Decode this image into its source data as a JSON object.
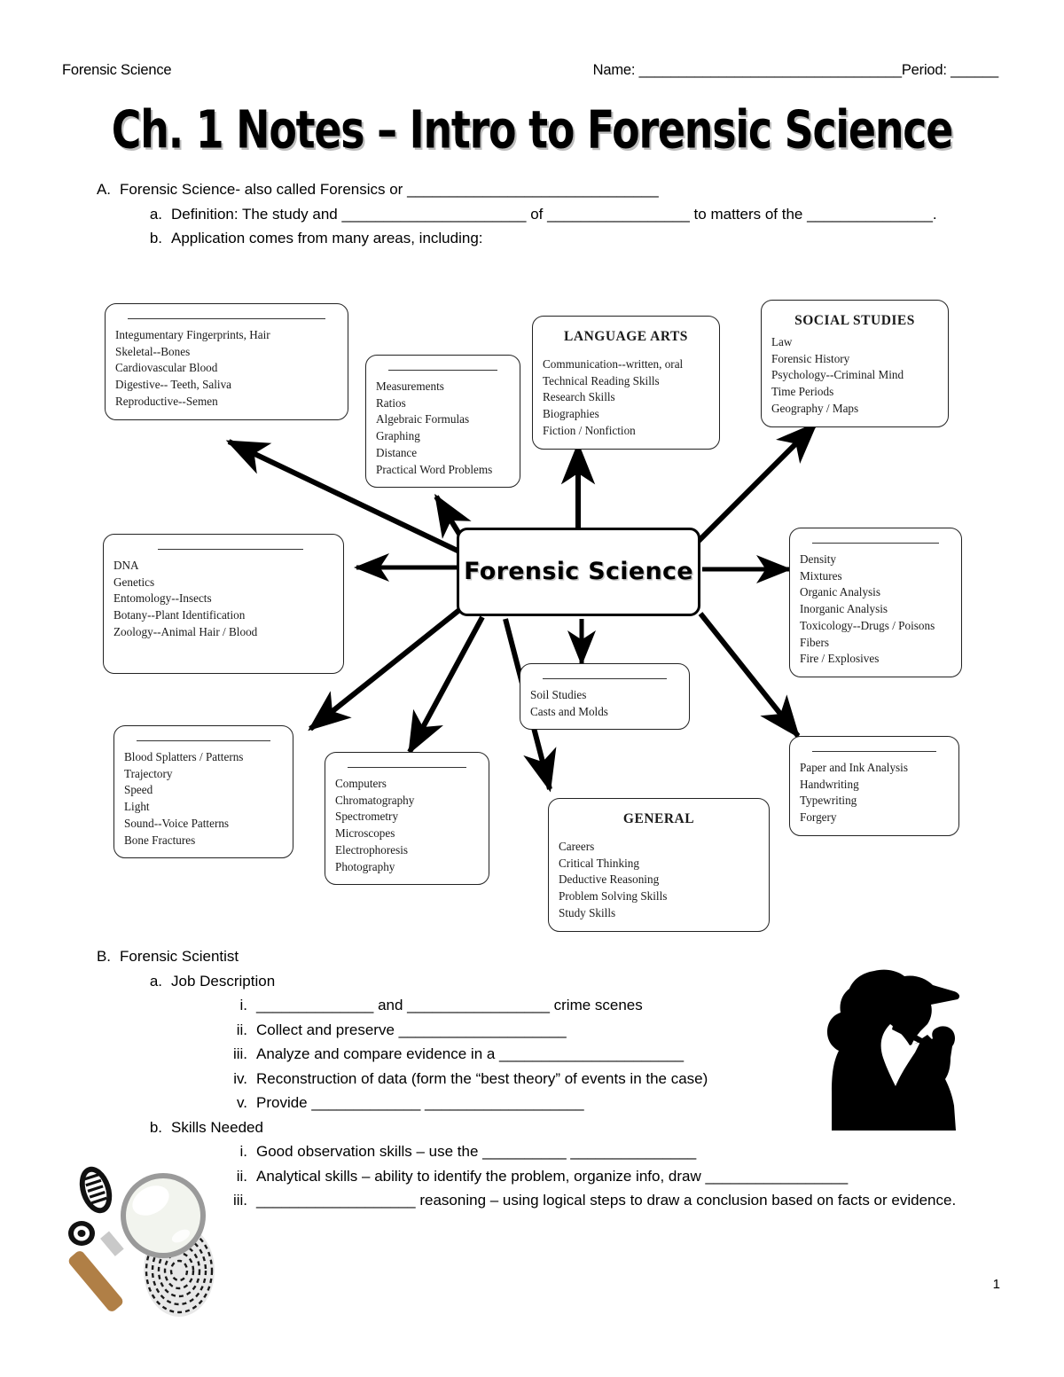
{
  "header": {
    "course": "Forensic Science",
    "name_label": "Name: _________________________________",
    "period_label": "Period: ______"
  },
  "title": "Ch. 1 Notes – Intro to Forensic Science",
  "outline": {
    "a": {
      "mark": "A.",
      "text": "Forensic Science- also called Forensics or ______________________________",
      "items": [
        {
          "mark": "a.",
          "text": "Definition: The study and ______________________ of _________________ to matters of the _______________."
        },
        {
          "mark": "b.",
          "text": "Application comes from many areas, including:"
        }
      ]
    },
    "b": {
      "mark": "B.",
      "text": "Forensic Scientist",
      "items": [
        {
          "mark": "a.",
          "text": "Job Description",
          "subitems": [
            {
              "mark": "i.",
              "text": "______________ and _________________ crime scenes"
            },
            {
              "mark": "ii.",
              "text": "Collect and preserve ____________________"
            },
            {
              "mark": "iii.",
              "text": "Analyze and compare evidence in a ______________________"
            },
            {
              "mark": "iv.",
              "text": "Reconstruction of data (form the “best theory” of events in the case)"
            },
            {
              "mark": "v.",
              "text": "Provide _____________  ___________________"
            }
          ]
        },
        {
          "mark": "b.",
          "text": "Skills Needed",
          "subitems": [
            {
              "mark": "i.",
              "text": "Good observation skills – use the __________  _______________"
            },
            {
              "mark": "ii.",
              "text": "Analytical skills – ability to identify the problem, organize info, draw _________________"
            },
            {
              "mark": "iii.",
              "text": "___________________ reasoning – using logical steps to draw a conclusion based on facts or evidence."
            }
          ]
        }
      ]
    }
  },
  "concept_map": {
    "center": "Forensic Science",
    "nodes": [
      {
        "id": "anatomy",
        "title": "",
        "blank_title": true,
        "items": [
          "Integumentary  Fingerprints, Hair",
          "Skeletal--Bones",
          "Cardiovascular  Blood",
          "Digestive--  Teeth,  Saliva",
          "Reproductive--Semen"
        ]
      },
      {
        "id": "math",
        "title": "",
        "blank_title": true,
        "items": [
          "Measurements",
          " Ratios",
          "Algebraic Formulas",
          "Graphing",
          "Distance",
          "Practical Word Problems"
        ]
      },
      {
        "id": "language-arts",
        "title": "LANGUAGE ARTS",
        "blank_title": false,
        "items": [
          "Communication--written, oral",
          "Technical Reading Skills",
          "Research Skills",
          "Biographies",
          "Fiction / Nonfiction"
        ]
      },
      {
        "id": "social-studies",
        "title": "SOCIAL STUDIES",
        "blank_title": false,
        "items": [
          "Law",
          "Forensic History",
          "Psychology--Criminal Mind",
          "Time Periods",
          "Geography / Maps"
        ]
      },
      {
        "id": "biology",
        "title": "",
        "blank_title": true,
        "items": [
          "DNA",
          "Genetics",
          "Entomology--Insects",
          "Botany--Plant  Identification",
          "Zoology--Animal Hair / Blood"
        ]
      },
      {
        "id": "chemistry",
        "title": "",
        "blank_title": true,
        "items": [
          "Density",
          "Mixtures",
          "Organic Analysis",
          "Inorganic Analysis",
          "Toxicology--Drugs / Poisons",
          "Fibers",
          "Fire / Explosives"
        ]
      },
      {
        "id": "earth-science",
        "title": "",
        "blank_title": true,
        "items": [
          "Soil Studies",
          "Casts and Molds"
        ]
      },
      {
        "id": "physics",
        "title": "",
        "blank_title": true,
        "items": [
          "Blood Splatters / Patterns",
          "Trajectory",
          "Speed",
          "Light",
          "Sound--Voice Patterns",
          "Bone Fractures"
        ]
      },
      {
        "id": "technology",
        "title": "",
        "blank_title": true,
        "items": [
          "Computers",
          "Chromatography",
          "Spectrometry",
          "Microscopes",
          "Electrophoresis",
          "Photography"
        ]
      },
      {
        "id": "general",
        "title": "GENERAL",
        "blank_title": false,
        "items": [
          "Careers",
          "Critical  Thinking",
          "Deductive Reasoning",
          "Problem Solving Skills",
          "Study  Skills"
        ]
      },
      {
        "id": "document-analysis",
        "title": "",
        "blank_title": true,
        "items": [
          "Paper and Ink Analysis",
          "Handwriting",
          "Typewriting",
          "Forgery"
        ]
      }
    ]
  },
  "images": {
    "sherlock": "sherlock-holmes-silhouette",
    "magnifier": "magnifying-glass-fingerprint-image"
  },
  "page_number": "1"
}
